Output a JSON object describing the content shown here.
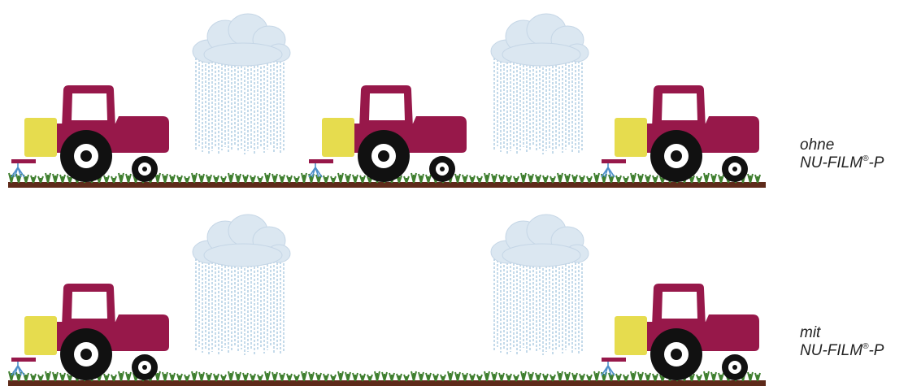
{
  "labels": {
    "top": {
      "line1": "ohne",
      "product": "NU-FILM",
      "reg": "®",
      "suffix": "-P"
    },
    "bottom": {
      "line1": "mit",
      "product": "NU-FILM",
      "reg": "®",
      "suffix": "-P"
    }
  },
  "rows": [
    {
      "name": "ohne",
      "tractors": 3,
      "rain_clouds": 2
    },
    {
      "name": "mit",
      "tractors": 2,
      "rain_clouds": 2
    }
  ],
  "colors": {
    "tractor_body": "#97184a",
    "tank": "#e6dc4e",
    "tire": "#111111",
    "soil": "#5e2a1a",
    "plant": "#3f7f2f",
    "rain": "#9cc1dc",
    "cloud": "#dbe7f1",
    "spray": "#4d8fc9"
  },
  "icons": [
    "tractor-icon",
    "rain-cloud-icon",
    "sprayer-nozzle-icon",
    "plant-row"
  ]
}
